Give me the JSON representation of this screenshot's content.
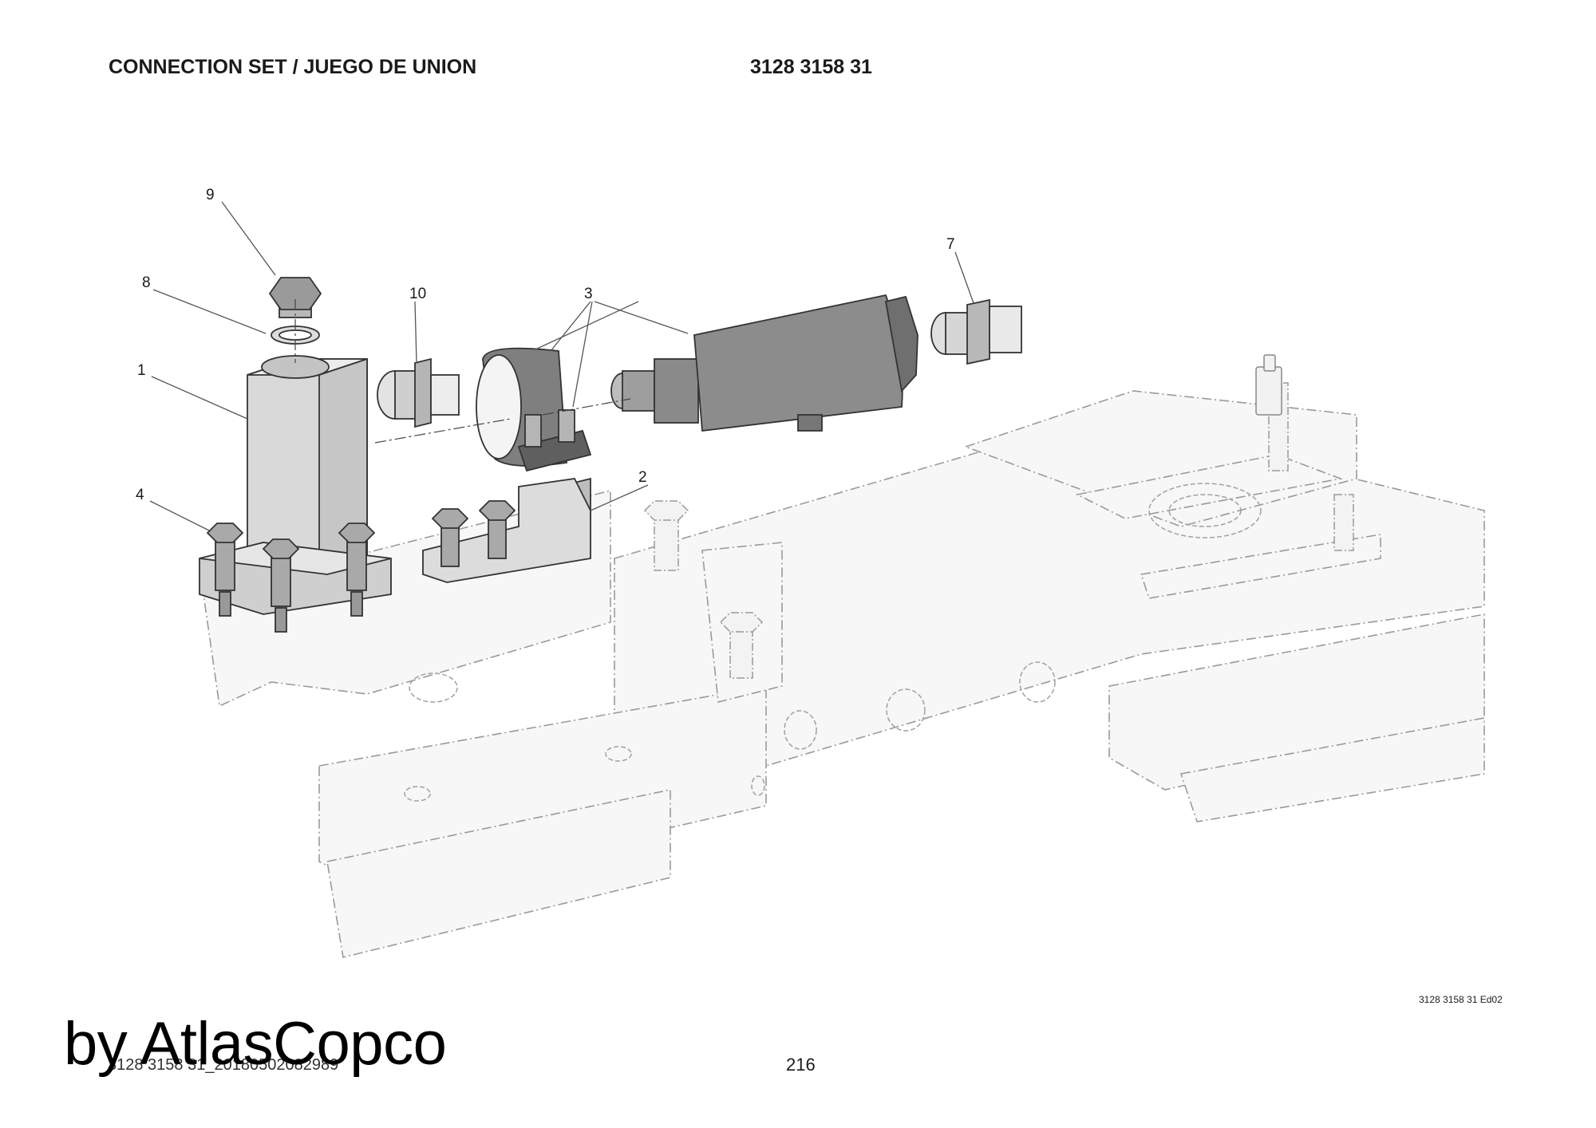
{
  "header": {
    "title": "CONNECTION SET / JUEGO DE UNION",
    "part_number": "3128 3158 31"
  },
  "callouts": [
    "1",
    "2",
    "3",
    "4",
    "7",
    "8",
    "9",
    "10"
  ],
  "footer": {
    "edition": "3128 3158 31 Ed02",
    "document_id": "3128 3158 31_20180502082989",
    "page_number": "216"
  },
  "watermark": "by AtlasCopco"
}
